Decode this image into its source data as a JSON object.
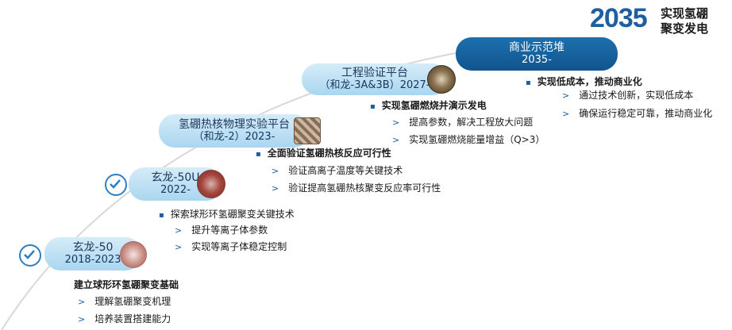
{
  "goal": {
    "year": "2035",
    "lines": [
      "实现氢硼",
      "聚变发电"
    ]
  },
  "stages": [
    {
      "name": "玄龙-50",
      "period": "2018-2023",
      "completed": true,
      "title": "建立球形环氢硼聚变基础",
      "items": [
        "理解氢硼聚变机理",
        "培养装置搭建能力"
      ]
    },
    {
      "name": "玄龙-50U",
      "period": "2022-",
      "completed": true,
      "title": "探索球形环氢硼聚变关键技术",
      "items": [
        "提升等离子体参数",
        "实现等离子体稳定控制"
      ]
    },
    {
      "name": "氢硼热核物理实验平台",
      "period": "（和龙-2）2023-",
      "completed": false,
      "title": "全面验证氢硼热核反应可行性",
      "items": [
        "验证高离子温度等关键技术",
        "验证提高氢硼热核聚变反应率可行性"
      ]
    },
    {
      "name": "工程验证平台",
      "period": "（和龙-3A&3B）2027-",
      "completed": false,
      "title": "实现氢硼燃烧并演示发电",
      "items": [
        "提高参数，解决工程放大问题",
        "实现氢硼燃烧能量增益（Q>3）"
      ]
    },
    {
      "name": "商业示范堆",
      "period": "2035-",
      "completed": false,
      "title": "实现低成本，推动商业化",
      "items": [
        "通过技术创新，实现低成本",
        "确保运行稳定可靠，推动商业化"
      ]
    }
  ],
  "icons": {
    "completed_marker": "checkmark-circle-icon",
    "device_image": "tokamak-device-icon",
    "title_bullet": "square-bullet-icon",
    "item_bullet": "chevron-right-icon"
  },
  "colors": {
    "accent": "#1f5fa0",
    "pill_light": "#b9def3",
    "pill_dark": "#135a94",
    "curve": "#d8d8d8"
  }
}
